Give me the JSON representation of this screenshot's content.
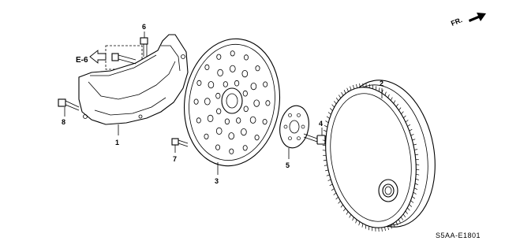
{
  "diagram": {
    "callout_ref": "E-6",
    "direction_label": "FR.",
    "diagram_code": "S5AA-E1801",
    "parts": [
      {
        "number": "1"
      },
      {
        "number": "2"
      },
      {
        "number": "3"
      },
      {
        "number": "4"
      },
      {
        "number": "5"
      },
      {
        "number": "6"
      },
      {
        "number": "7"
      },
      {
        "number": "8"
      }
    ]
  }
}
